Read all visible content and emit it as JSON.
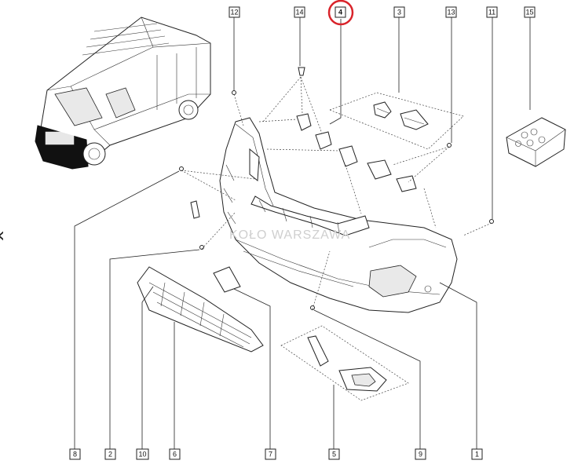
{
  "watermark": "KOŁO WARSZAWA",
  "nav_prev_glyph": "‹",
  "highlight_color": "#d9242b",
  "callouts": {
    "c12": "12",
    "c14": "14",
    "c4": "4",
    "c3": "3",
    "c13": "13",
    "c11": "11",
    "c15": "15",
    "c8": "8",
    "c2": "2",
    "c10": "10",
    "c6": "6",
    "c7": "7",
    "c5": "5",
    "c9": "9",
    "c1": "1"
  }
}
